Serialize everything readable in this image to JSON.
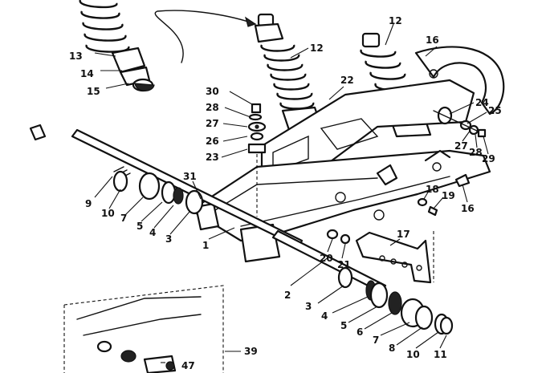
{
  "labels": {
    "n1": "1",
    "n2": "2",
    "n3a": "3",
    "n3b": "3",
    "n4a": "4",
    "n4b": "4",
    "n5a": "5",
    "n5b": "5",
    "n6": "6",
    "n7a": "7",
    "n7b": "7",
    "n8": "8",
    "n9": "9",
    "n10a": "10",
    "n10b": "10",
    "n11": "11",
    "n12a": "12",
    "n12b": "12",
    "n13": "13",
    "n14": "14",
    "n15": "15",
    "n16a": "16",
    "n16b": "16",
    "n17": "17",
    "n18": "18",
    "n19": "19",
    "n20": "20",
    "n21": "21",
    "n22": "22",
    "n23": "23",
    "n24": "24",
    "n25": "25",
    "n26": "26",
    "n27a": "27",
    "n27b": "27",
    "n28a": "28",
    "n28b": "28",
    "n29": "29",
    "n30": "30",
    "n31": "31",
    "n39": "39",
    "n47": "47"
  }
}
